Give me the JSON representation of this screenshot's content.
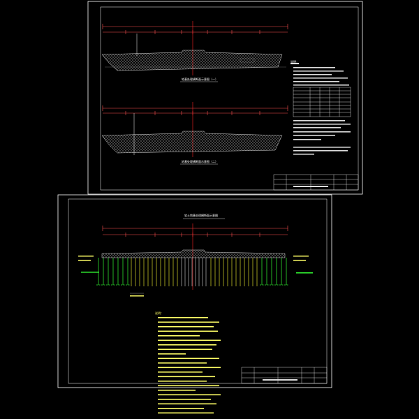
{
  "sheets": [
    {
      "id": "sheet-top",
      "notes_heading": "说明：",
      "sections": [
        {
          "caption": "地基处理横断面示意图（一）"
        },
        {
          "caption": "地基处理横断面示意图（二）"
        }
      ],
      "table": {
        "rows": 8,
        "cols": 5
      }
    },
    {
      "id": "sheet-bottom",
      "title": "软土地基处理横断面示意图",
      "notes_heading": "说明：",
      "note_lines": 22
    }
  ],
  "colors": {
    "background": "#000000",
    "frame": "#ffffff",
    "dimension": "#ff4040",
    "centerline": "#ff2020",
    "hatch": "#c8c8c8",
    "pile_green": "#33ff33",
    "pile_yellow": "#ffff33",
    "text_yellow": "#ffff66"
  }
}
